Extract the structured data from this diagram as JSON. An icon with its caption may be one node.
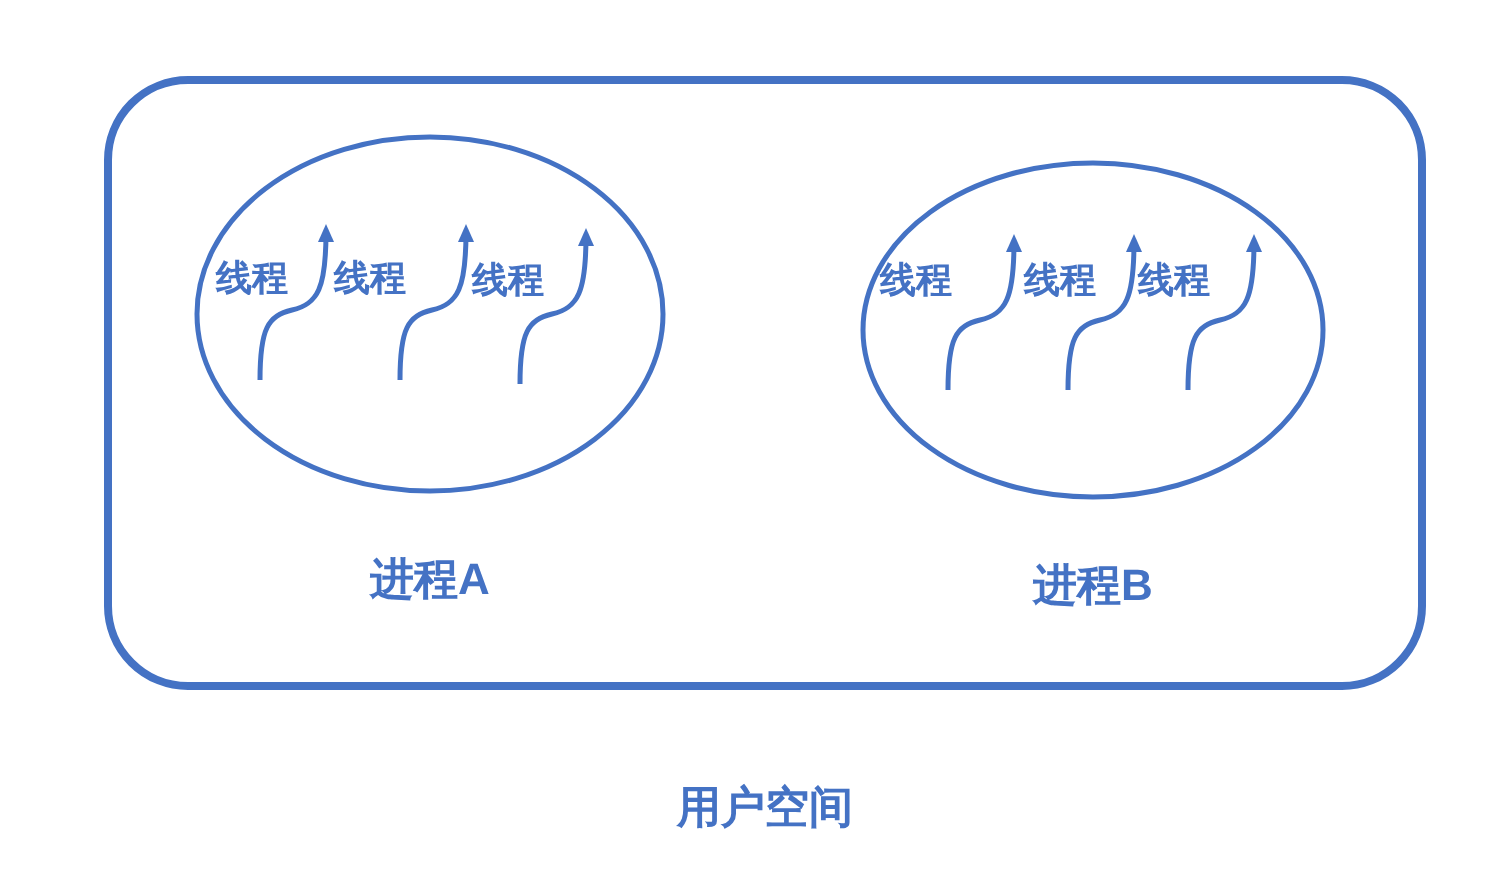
{
  "diagram": {
    "nodes": [
      {
        "text": [
          "用户空间"
        ]
      },
      {
        "text": [
          "进程A"
        ],
        "in": 0
      },
      {
        "text": [
          "进程B"
        ],
        "in": 0
      }
    ],
    "edges": [],
    "labels": [
      "线程",
      "线程",
      "线程",
      "线程",
      "线程",
      "线程"
    ]
  }
}
